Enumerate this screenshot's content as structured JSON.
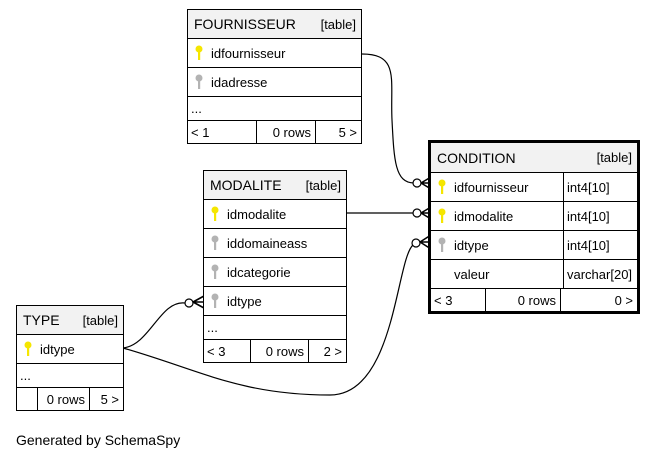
{
  "tables": {
    "fournisseur": {
      "name": "FOURNISSEUR",
      "kind": "[table]",
      "columns": [
        {
          "name": "idfournisseur",
          "key": "primary"
        },
        {
          "name": "idadresse",
          "key": "foreign"
        }
      ],
      "ellipsis": "...",
      "footer": {
        "nav_left": "< 1",
        "rows": "0 rows",
        "nav_right": "5 >"
      }
    },
    "modalite": {
      "name": "MODALITE",
      "kind": "[table]",
      "columns": [
        {
          "name": "idmodalite",
          "key": "primary"
        },
        {
          "name": "iddomaineass",
          "key": "foreign"
        },
        {
          "name": "idcategorie",
          "key": "foreign"
        },
        {
          "name": "idtype",
          "key": "foreign"
        }
      ],
      "ellipsis": "...",
      "footer": {
        "nav_left": "< 3",
        "rows": "0 rows",
        "nav_right": "2 >"
      }
    },
    "type": {
      "name": "TYPE",
      "kind": "[table]",
      "columns": [
        {
          "name": "idtype",
          "key": "primary"
        }
      ],
      "ellipsis": "...",
      "footer": {
        "nav_left": "",
        "rows": "0 rows",
        "nav_right": "5 >"
      }
    },
    "condition": {
      "name": "CONDITION",
      "kind": "[table]",
      "columns": [
        {
          "name": "idfournisseur",
          "key": "primary",
          "type": "int4[10]"
        },
        {
          "name": "idmodalite",
          "key": "primary",
          "type": "int4[10]"
        },
        {
          "name": "idtype",
          "key": "foreign",
          "type": "int4[10]"
        },
        {
          "name": "valeur",
          "key": "none",
          "type": "varchar[20]"
        }
      ],
      "footer": {
        "nav_left": "< 3",
        "rows": "0 rows",
        "nav_right": "0 >"
      }
    }
  },
  "colors": {
    "primary_key": "#f5e600",
    "foreign_key": "#b3b3b3",
    "header_bg": "#f2f2f2"
  },
  "caption": "Generated by SchemaSpy"
}
